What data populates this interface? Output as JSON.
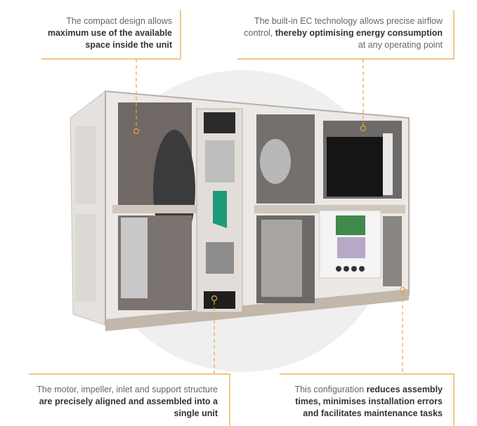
{
  "colors": {
    "accent": "#e9a53f",
    "text": "#666666",
    "text_bold": "#333333",
    "backdrop": "#efefef"
  },
  "callouts": [
    {
      "id": "compact-design",
      "plain": "The compact design allows ",
      "bold": "maximum use of the available space inside the unit",
      "tail": ""
    },
    {
      "id": "ec-technology",
      "plain": "The built-in EC technology allows precise airflow control, ",
      "bold": "thereby optimising energy consumption",
      "tail": " at any operating point"
    },
    {
      "id": "fan-assembly",
      "plain": "The motor, impeller, inlet and support structure ",
      "bold": "are precisely aligned and assembled into a single unit",
      "tail": ""
    },
    {
      "id": "configuration",
      "plain": "This configuration ",
      "bold": "reduces assembly times, minimises installation errors and facilitates maintenance tasks",
      "tail": ""
    }
  ]
}
